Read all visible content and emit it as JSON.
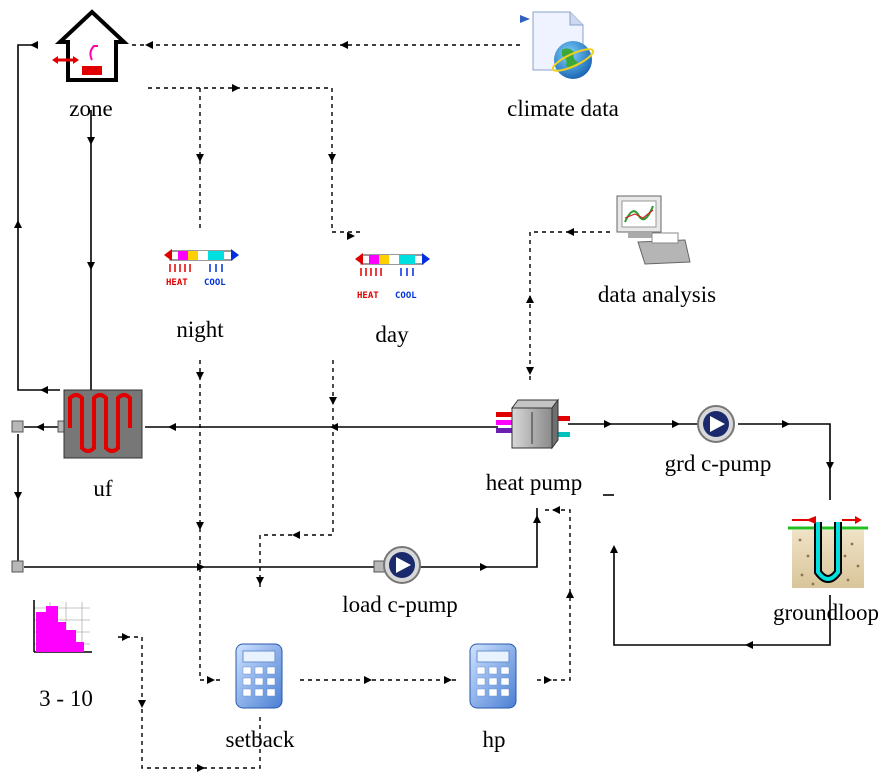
{
  "diagram": {
    "components": {
      "zone": {
        "label": "zone",
        "icon": "house-icon"
      },
      "climate": {
        "label": "climate data",
        "icon": "globe-document-icon"
      },
      "analysis": {
        "label": "data analysis",
        "icon": "computer-printer-icon"
      },
      "night": {
        "label": "night",
        "icon": "thermostat-icon",
        "heat": "HEAT",
        "cool": "COOL"
      },
      "day": {
        "label": "day",
        "icon": "thermostat-icon",
        "heat": "HEAT",
        "cool": "COOL"
      },
      "uf": {
        "label": "uf",
        "icon": "underfloor-heating-icon"
      },
      "heatpump": {
        "label": "heat pump",
        "icon": "heat-pump-icon"
      },
      "grdpump": {
        "label": "grd c-pump",
        "icon": "circulation-pump-icon"
      },
      "loadpump": {
        "label": "load c-pump",
        "icon": "circulation-pump-icon"
      },
      "groundloop": {
        "label": "groundloop",
        "icon": "ground-loop-icon"
      },
      "schedule": {
        "label": "3 - 10",
        "icon": "schedule-chart-icon"
      },
      "setback": {
        "label": "setback",
        "icon": "calculator-icon"
      },
      "hp": {
        "label": "hp",
        "icon": "calculator-icon"
      }
    },
    "colors": {
      "heat": "#e00000",
      "cool": "#0030e0",
      "pump": "#1a2a6c",
      "loop": "#00c0c0",
      "schedule": "#ff00ff"
    }
  }
}
